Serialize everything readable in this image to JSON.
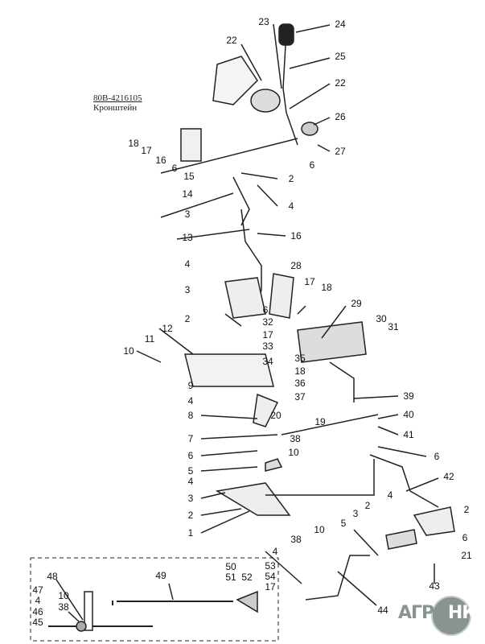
{
  "reference": {
    "code": "80B-4216105",
    "name": "Кронштейн"
  },
  "labels": [
    "24",
    "23",
    "22",
    "25",
    "22",
    "26",
    "27",
    "18",
    "17",
    "16",
    "6",
    "15",
    "6",
    "2",
    "14",
    "4",
    "3",
    "13",
    "16",
    "4",
    "28",
    "17",
    "18",
    "3",
    "2",
    "6",
    "29",
    "30",
    "31",
    "32",
    "17",
    "12",
    "11",
    "33",
    "10",
    "35",
    "34",
    "18",
    "9",
    "36",
    "37",
    "4",
    "39",
    "8",
    "20",
    "19",
    "40",
    "7",
    "38",
    "41",
    "10",
    "6",
    "6",
    "5",
    "42",
    "4",
    "4",
    "3",
    "2",
    "2",
    "2",
    "3",
    "5",
    "1",
    "6",
    "10",
    "21",
    "4",
    "38",
    "43",
    "44"
  ],
  "inset_labels": [
    "48",
    "49",
    "50",
    "51",
    "52",
    "53",
    "54",
    "17",
    "47",
    "4",
    "10",
    "38",
    "46",
    "45"
  ],
  "logo": {
    "left": "АГРО",
    "right": "НК"
  }
}
